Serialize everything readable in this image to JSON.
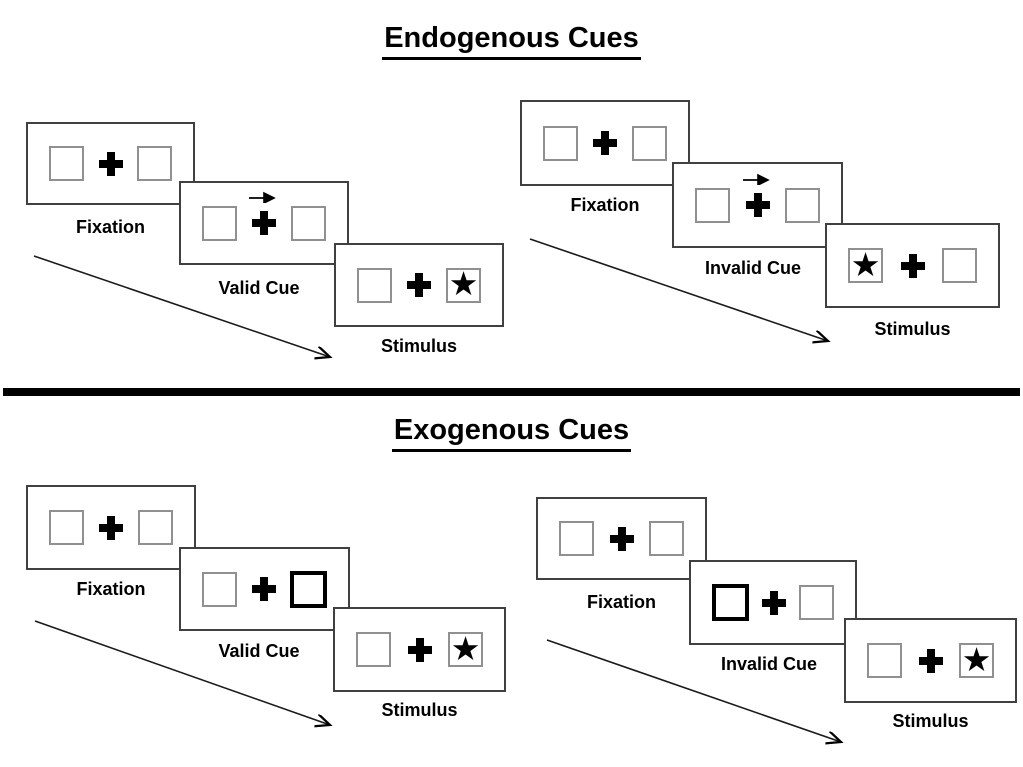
{
  "diagram": "Posner attention cueing task trial sequences",
  "colors": {
    "background": "#ffffff",
    "ink": "#000000",
    "panel_border": "#404040",
    "box_border": "#909090"
  },
  "glyphs": {
    "star": "★"
  },
  "sections": [
    {
      "title": "Endogenous Cues",
      "sequences": [
        {
          "type": "valid-trial",
          "cue_description": "central arrow pointing right, target appears right",
          "panels": [
            {
              "label": "Fixation",
              "content": "two empty boxes with central cross"
            },
            {
              "label": "Valid Cue",
              "content": "arrow above cross pointing right"
            },
            {
              "label": "Stimulus",
              "content": "star in right box"
            }
          ]
        },
        {
          "type": "invalid-trial",
          "cue_description": "central arrow pointing right, target appears left",
          "panels": [
            {
              "label": "Fixation",
              "content": "two empty boxes with central cross"
            },
            {
              "label": "Invalid Cue",
              "content": "arrow above cross pointing right"
            },
            {
              "label": "Stimulus",
              "content": "star in left box"
            }
          ]
        }
      ]
    },
    {
      "title": "Exogenous Cues",
      "sequences": [
        {
          "type": "valid-trial",
          "cue_description": "right box highlighted with thick border, target appears right",
          "panels": [
            {
              "label": "Fixation",
              "content": "two empty boxes with central cross"
            },
            {
              "label": "Valid Cue",
              "content": "right box thick black border"
            },
            {
              "label": "Stimulus",
              "content": "star in right box"
            }
          ]
        },
        {
          "type": "invalid-trial",
          "cue_description": "left box highlighted with thick border, target appears right",
          "panels": [
            {
              "label": "Fixation",
              "content": "two empty boxes with central cross"
            },
            {
              "label": "Invalid Cue",
              "content": "left box thick black border"
            },
            {
              "label": "Stimulus",
              "content": "star in right box"
            }
          ]
        }
      ]
    }
  ]
}
